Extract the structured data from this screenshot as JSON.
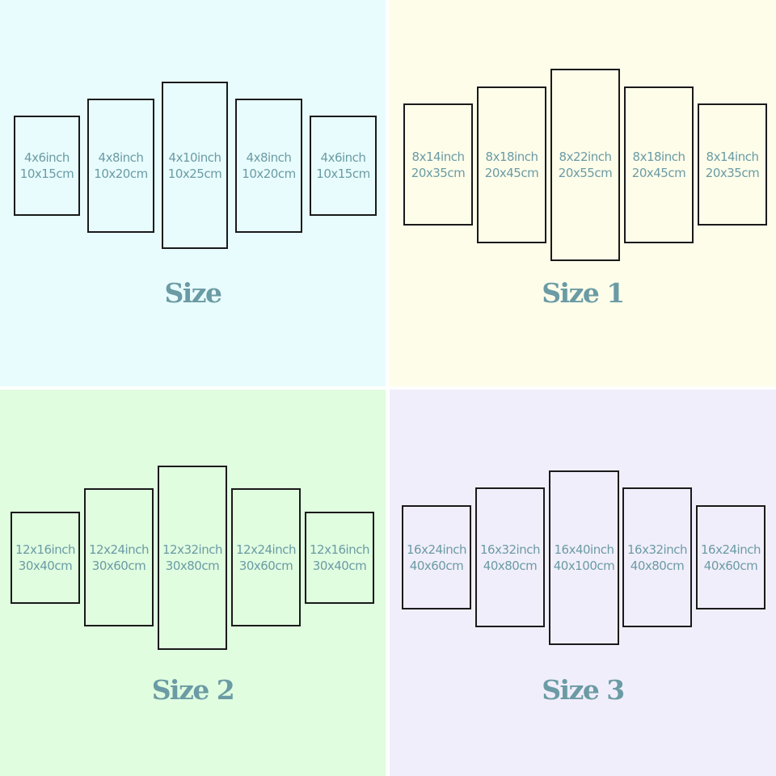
{
  "quadrants": [
    {
      "title": "Size",
      "background": "#e8fcfd",
      "panels": [
        {
          "inch": "4x6inch",
          "cm": "10x15cm"
        },
        {
          "inch": "4x8inch",
          "cm": "10x20cm"
        },
        {
          "inch": "4x10inch",
          "cm": "10x25cm"
        },
        {
          "inch": "4x8inch",
          "cm": "10x20cm"
        },
        {
          "inch": "4x6inch",
          "cm": "10x15cm"
        }
      ]
    },
    {
      "title": "Size 1",
      "background": "#fdfdea",
      "panels": [
        {
          "inch": "8x14inch",
          "cm": "20x35cm"
        },
        {
          "inch": "8x18inch",
          "cm": "20x45cm"
        },
        {
          "inch": "8x22inch",
          "cm": "20x55cm"
        },
        {
          "inch": "8x18inch",
          "cm": "20x45cm"
        },
        {
          "inch": "8x14inch",
          "cm": "20x35cm"
        }
      ]
    },
    {
      "title": "Size 2",
      "background": "#e0fde0",
      "panels": [
        {
          "inch": "12x16inch",
          "cm": "30x40cm"
        },
        {
          "inch": "12x24inch",
          "cm": "30x60cm"
        },
        {
          "inch": "12x32inch",
          "cm": "30x80cm"
        },
        {
          "inch": "12x24inch",
          "cm": "30x60cm"
        },
        {
          "inch": "12x16inch",
          "cm": "30x40cm"
        }
      ]
    },
    {
      "title": "Size 3",
      "background": "#f1eefb",
      "panels": [
        {
          "inch": "16x24inch",
          "cm": "40x60cm"
        },
        {
          "inch": "16x32inch",
          "cm": "40x80cm"
        },
        {
          "inch": "16x40inch",
          "cm": "40x100cm"
        },
        {
          "inch": "16x32inch",
          "cm": "40x80cm"
        },
        {
          "inch": "16x24inch",
          "cm": "40x60cm"
        }
      ]
    }
  ],
  "colors": {
    "text": "#6b9ba4",
    "frame": "#1a1a1a",
    "divider": "#ffffff"
  }
}
